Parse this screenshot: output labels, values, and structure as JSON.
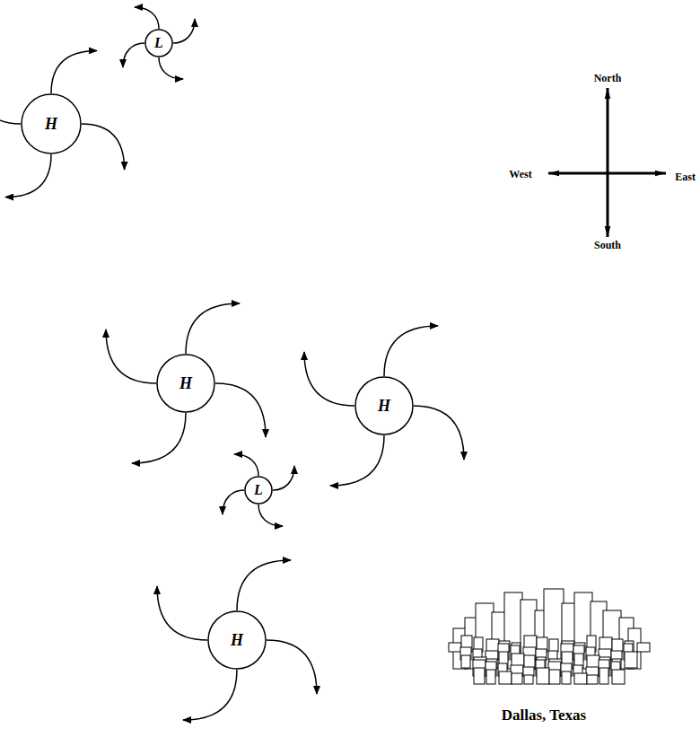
{
  "diagram": {
    "nodes": [
      {
        "text": [
          "L"
        ]
      },
      {
        "text": [
          "H"
        ]
      },
      {
        "text": [
          "H"
        ]
      },
      {
        "text": [
          "H"
        ]
      },
      {
        "text": [
          "L"
        ]
      },
      {
        "text": [
          "H"
        ]
      }
    ],
    "labels": [
      "North",
      "West",
      "East",
      "South",
      "Dallas, Texas"
    ]
  }
}
